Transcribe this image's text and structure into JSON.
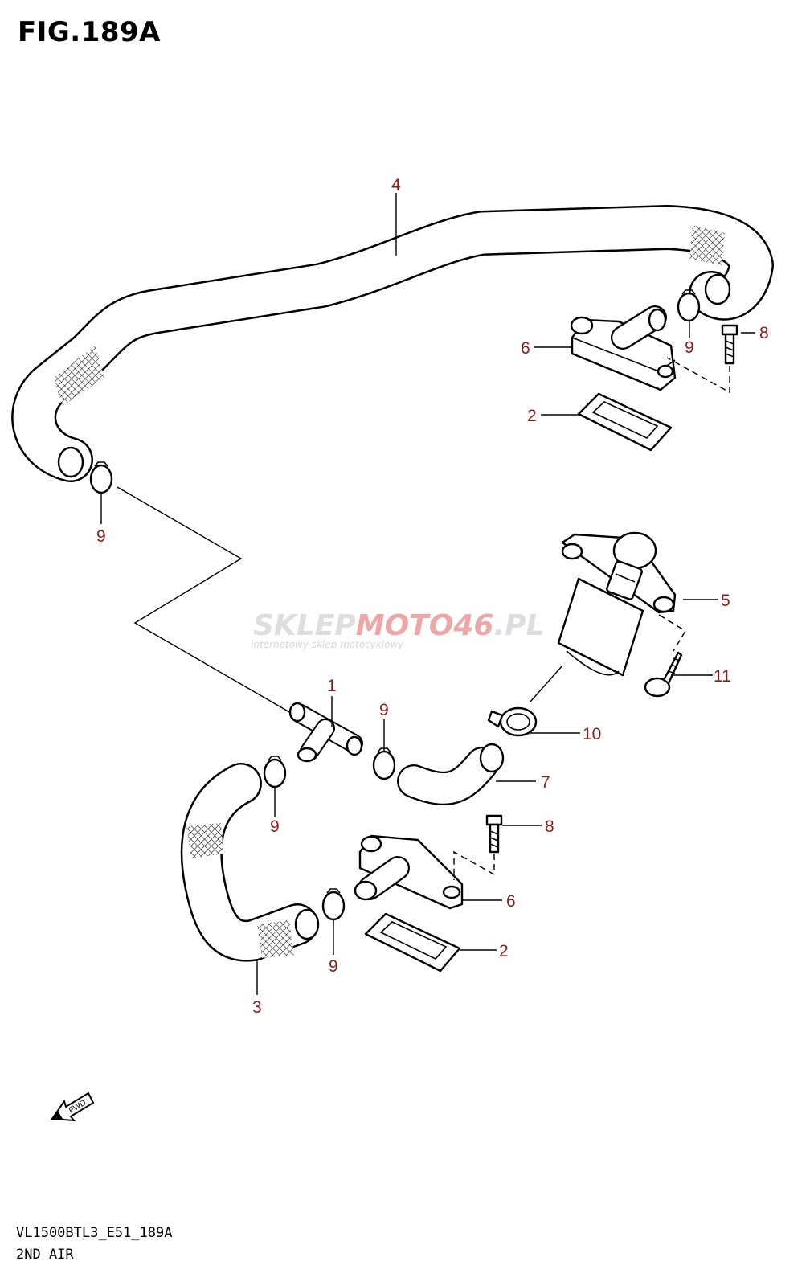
{
  "figure": {
    "title": "FIG.189A",
    "model_code": "VL1500BTL3_E51_189A",
    "section": "2ND AIR"
  },
  "watermark": {
    "brand_part1": "SKLEP",
    "brand_part2": "MOTO",
    "brand_part3": "46",
    "brand_part4": ".PL",
    "tagline": "internetowy sklep motocyklowy",
    "colors": {
      "gray": "#d3d3d3",
      "red": "#e88a8a"
    }
  },
  "fwd_label": "FWD",
  "callouts": {
    "c1": "1",
    "c2a": "2",
    "c2b": "2",
    "c3": "3",
    "c4": "4",
    "c5": "5",
    "c6a": "6",
    "c6b": "6",
    "c7": "7",
    "c8a": "8",
    "c8b": "8",
    "c9a": "9",
    "c9b": "9",
    "c9c": "9",
    "c9d": "9",
    "c9e": "9",
    "c10": "10",
    "c11": "11"
  },
  "colors": {
    "callout": "#8b1a1a",
    "line": "#000000"
  }
}
